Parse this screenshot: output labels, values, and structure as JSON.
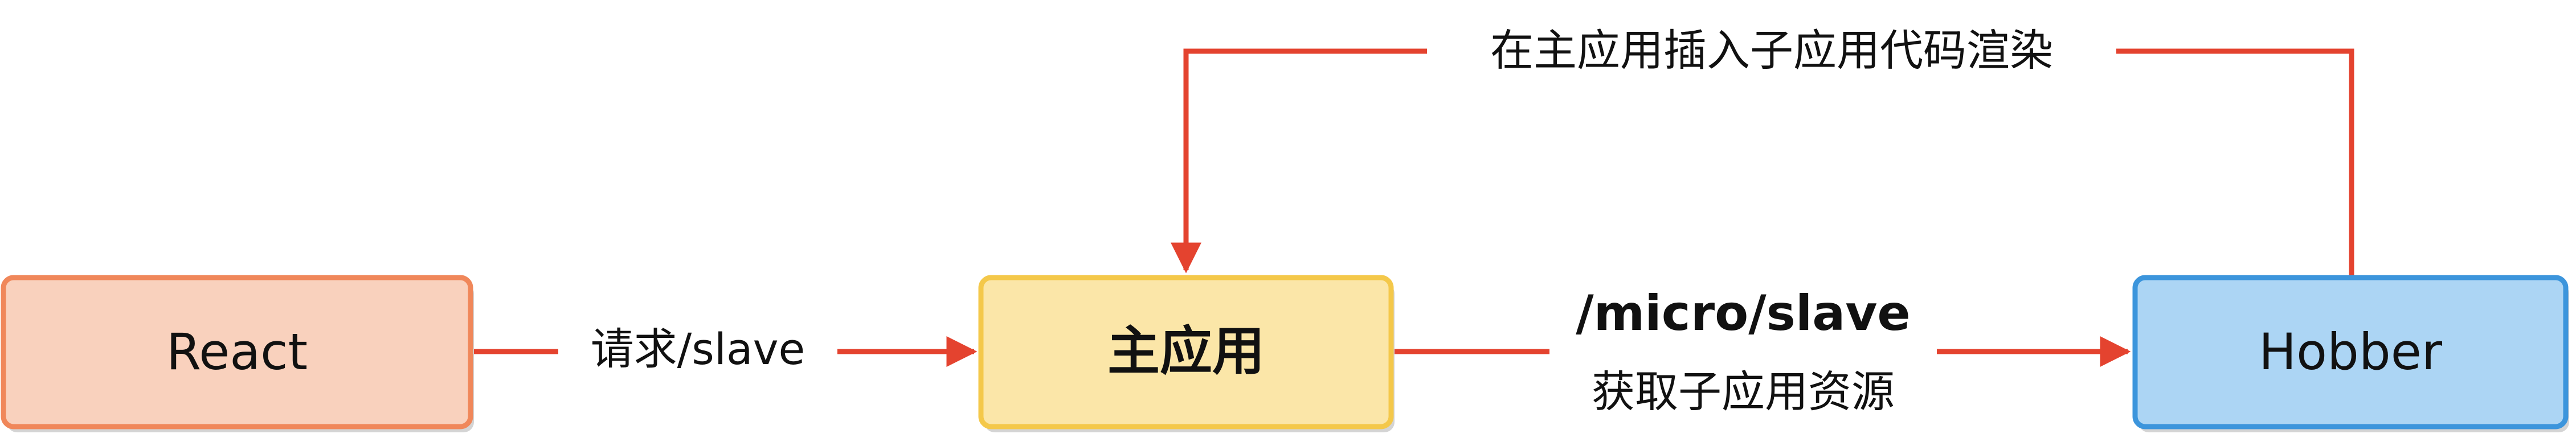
{
  "nodes": {
    "react": {
      "label": "React",
      "fill": "#f9d1bd",
      "stroke": "#f0875a"
    },
    "main": {
      "label": "主应用",
      "fill": "#fbe6a8",
      "stroke": "#f4c84a"
    },
    "hobber": {
      "label": "Hobber",
      "fill": "#acd5f4",
      "stroke": "#3c95dc"
    }
  },
  "edges": {
    "react_to_main": {
      "label": "请求/slave"
    },
    "main_to_hobber": {
      "label_top": "/micro/slave",
      "label_bottom": "获取子应用资源"
    },
    "hobber_to_main": {
      "label": "在主应用插入子应用代码渲染"
    }
  },
  "colors": {
    "arrow": "#e4432f",
    "text": "#111111",
    "shadow": "#d4d4d4"
  }
}
